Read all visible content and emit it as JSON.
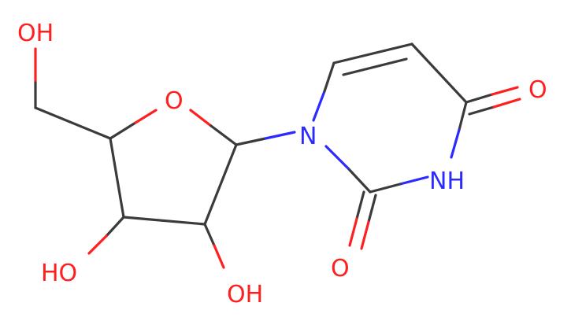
{
  "molecule": {
    "atoms": {
      "oh_top": "OH",
      "ring_o": "O",
      "n1": "N",
      "o_right": "O",
      "nh": "NH",
      "o_bottom": "O",
      "ho_left": "HO",
      "oh_bottom": "OH"
    },
    "colors": {
      "carbon_bond": "#3b3b3b",
      "oxygen": "#ff1f1f",
      "nitrogen": "#2b2bff",
      "background": "#ffffff"
    }
  }
}
